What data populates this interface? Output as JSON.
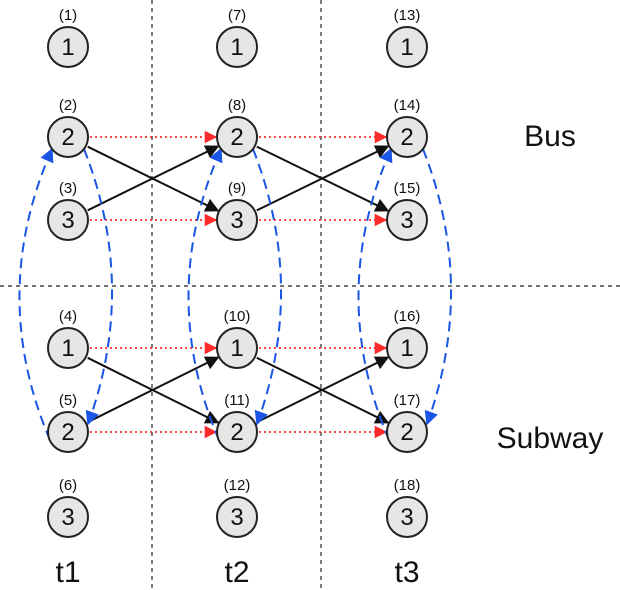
{
  "time_labels": [
    {
      "key": "t1",
      "text": "t1"
    },
    {
      "key": "t2",
      "text": "t2"
    },
    {
      "key": "t3",
      "text": "t3"
    }
  ],
  "group_labels": [
    {
      "key": "bus",
      "text": "Bus"
    },
    {
      "key": "subway",
      "text": "Subway"
    }
  ],
  "nodes": [
    {
      "id": "1",
      "label": "1",
      "id_text": "(1)",
      "col": 0,
      "row": 0
    },
    {
      "id": "2",
      "label": "2",
      "id_text": "(2)",
      "col": 0,
      "row": 1
    },
    {
      "id": "3",
      "label": "3",
      "id_text": "(3)",
      "col": 0,
      "row": 2
    },
    {
      "id": "4",
      "label": "1",
      "id_text": "(4)",
      "col": 0,
      "row": 3
    },
    {
      "id": "5",
      "label": "2",
      "id_text": "(5)",
      "col": 0,
      "row": 4
    },
    {
      "id": "6",
      "label": "3",
      "id_text": "(6)",
      "col": 0,
      "row": 5
    },
    {
      "id": "7",
      "label": "1",
      "id_text": "(7)",
      "col": 1,
      "row": 0
    },
    {
      "id": "8",
      "label": "2",
      "id_text": "(8)",
      "col": 1,
      "row": 1
    },
    {
      "id": "9",
      "label": "3",
      "id_text": "(9)",
      "col": 1,
      "row": 2
    },
    {
      "id": "10",
      "label": "1",
      "id_text": "(10)",
      "col": 1,
      "row": 3
    },
    {
      "id": "11",
      "label": "2",
      "id_text": "(11)",
      "col": 1,
      "row": 4
    },
    {
      "id": "12",
      "label": "3",
      "id_text": "(12)",
      "col": 1,
      "row": 5
    },
    {
      "id": "13",
      "label": "1",
      "id_text": "(13)",
      "col": 2,
      "row": 0
    },
    {
      "id": "14",
      "label": "2",
      "id_text": "(14)",
      "col": 2,
      "row": 1
    },
    {
      "id": "15",
      "label": "3",
      "id_text": "(15)",
      "col": 2,
      "row": 2
    },
    {
      "id": "16",
      "label": "1",
      "id_text": "(16)",
      "col": 2,
      "row": 3
    },
    {
      "id": "17",
      "label": "2",
      "id_text": "(17)",
      "col": 2,
      "row": 4
    },
    {
      "id": "18",
      "label": "3",
      "id_text": "(18)",
      "col": 2,
      "row": 5
    }
  ],
  "edges": [
    {
      "from": "2",
      "to": "8",
      "kind": "red"
    },
    {
      "from": "3",
      "to": "9",
      "kind": "red"
    },
    {
      "from": "2",
      "to": "9",
      "kind": "black"
    },
    {
      "from": "3",
      "to": "8",
      "kind": "black"
    },
    {
      "from": "8",
      "to": "14",
      "kind": "red"
    },
    {
      "from": "9",
      "to": "15",
      "kind": "red"
    },
    {
      "from": "8",
      "to": "15",
      "kind": "black"
    },
    {
      "from": "9",
      "to": "14",
      "kind": "black"
    },
    {
      "from": "4",
      "to": "10",
      "kind": "red"
    },
    {
      "from": "5",
      "to": "11",
      "kind": "red"
    },
    {
      "from": "4",
      "to": "11",
      "kind": "black"
    },
    {
      "from": "5",
      "to": "10",
      "kind": "black"
    },
    {
      "from": "10",
      "to": "16",
      "kind": "red"
    },
    {
      "from": "11",
      "to": "17",
      "kind": "red"
    },
    {
      "from": "10",
      "to": "17",
      "kind": "black"
    },
    {
      "from": "11",
      "to": "16",
      "kind": "black"
    },
    {
      "from": "2",
      "to": "5",
      "kind": "blue"
    },
    {
      "from": "5",
      "to": "2",
      "kind": "blue"
    },
    {
      "from": "8",
      "to": "11",
      "kind": "blue"
    },
    {
      "from": "11",
      "to": "8",
      "kind": "blue"
    },
    {
      "from": "14",
      "to": "17",
      "kind": "blue"
    },
    {
      "from": "17",
      "to": "14",
      "kind": "blue"
    }
  ],
  "colors": {
    "node_fill": "#e6e6e6",
    "black_edge": "#111111",
    "red_edge": "#ff2a2a",
    "blue_edge": "#1a55e6"
  }
}
